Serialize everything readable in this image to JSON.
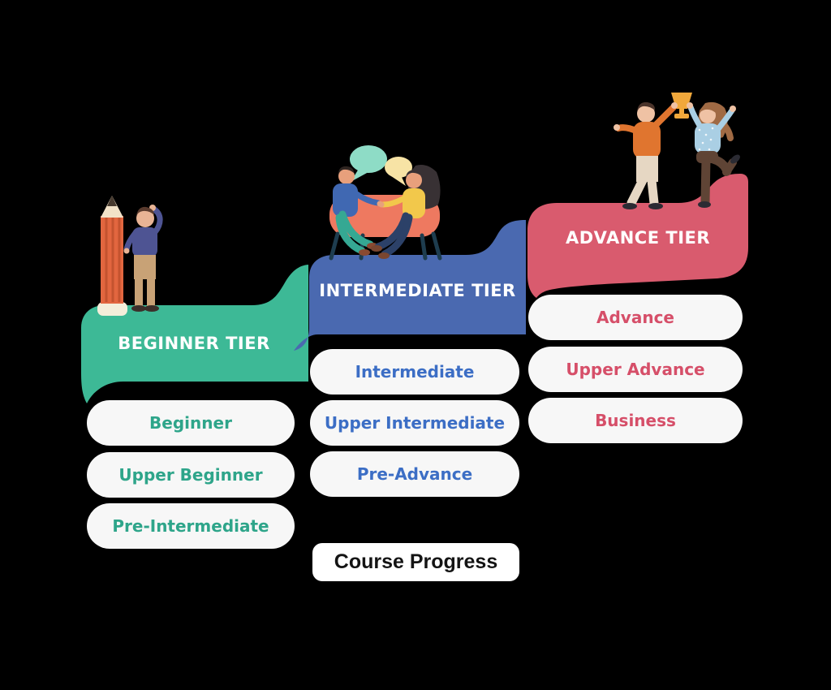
{
  "page": {
    "background_color": "#000000"
  },
  "footer": {
    "label": "Course Progress"
  },
  "tiers": [
    {
      "label": "BEGINNER TIER",
      "band_color": "#3db996",
      "level_text_color": "#2ea58a",
      "levels": [
        "Beginner",
        "Upper Beginner",
        "Pre-Intermediate"
      ],
      "illustration": "person-thinking-with-giant-pencil"
    },
    {
      "label": "INTERMEDIATE TIER",
      "band_color": "#4a69b0",
      "level_text_color": "#3c6ec5",
      "levels": [
        "Intermediate",
        "Upper Intermediate",
        "Pre-Advance"
      ],
      "illustration": "two-people-talking-on-sofa-with-speech-bubbles"
    },
    {
      "label": "ADVANCE TIER",
      "band_color": "#d95b6e",
      "level_text_color": "#d64f69",
      "levels": [
        "Advance",
        "Upper Advance",
        "Business"
      ],
      "illustration": "two-people-celebrating-with-trophy"
    }
  ],
  "colors": {
    "pill_background": "#f7f7f7",
    "progress_box_background": "#ffffff",
    "progress_text": "#141414",
    "tier_title_text": "#ffffff"
  }
}
